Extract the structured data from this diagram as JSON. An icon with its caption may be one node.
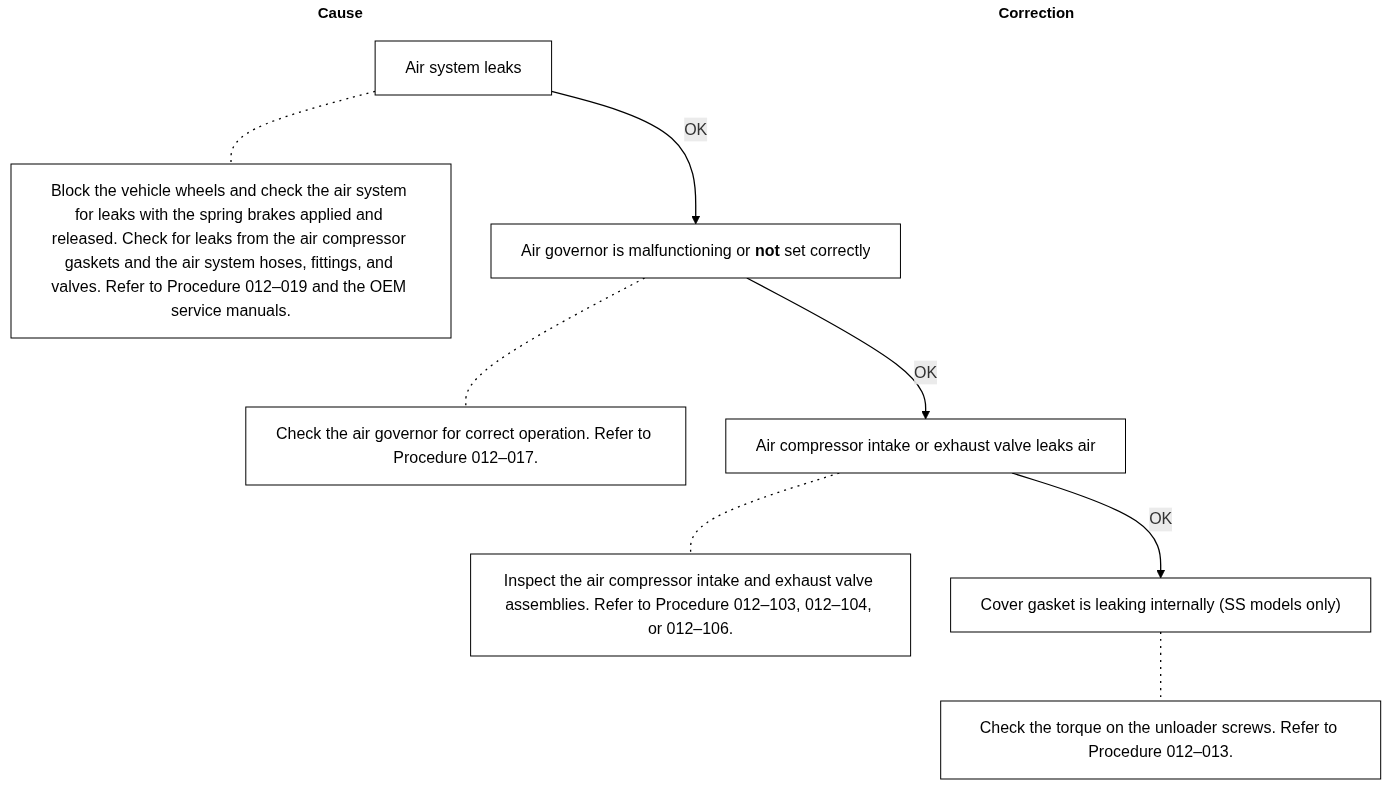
{
  "diagram": {
    "nodes": [
      {
        "text": [
          "Air system leaks"
        ]
      },
      {
        "text": [
          "Block the vehicle wheels and check the air system for leaks with the spring brakes applied and released. Check for leaks from the air compressor gaskets and the air system hoses, fittings, and valves. Refer to Procedure 012–019 and the OEM service manuals."
        ]
      },
      {
        "text": [
          "Air governor is malfunctioning or **not** set correctly"
        ]
      },
      {
        "text": [
          "Check the air governor for correct operation. Refer to Procedure 012–017."
        ]
      },
      {
        "text": [
          "Air compressor intake or exhaust valve leaks air"
        ]
      },
      {
        "text": [
          "Inspect the air compressor intake and exhaust valve assemblies. Refer to Procedure 012–103, 012–104, or 012–106."
        ]
      },
      {
        "text": [
          "Cover gasket is leaking internally (SS models only)"
        ]
      },
      {
        "text": [
          "Check the torque on the unloader screws. Refer to Procedure 012–013."
        ]
      }
    ],
    "edges": [
      {
        "from": 0,
        "to": 1,
        "arrow": "none",
        "style": "dashed"
      },
      {
        "from": 0,
        "to": 2,
        "arrow": "to",
        "label": "OK"
      },
      {
        "from": 2,
        "to": 3,
        "arrow": "none",
        "style": "dashed"
      },
      {
        "from": 2,
        "to": 4,
        "arrow": "to",
        "label": "OK"
      },
      {
        "from": 4,
        "to": 5,
        "arrow": "none",
        "style": "dashed"
      },
      {
        "from": 4,
        "to": 6,
        "arrow": "to",
        "label": "OK"
      },
      {
        "from": 6,
        "to": 7,
        "arrow": "none",
        "style": "dashed"
      }
    ],
    "labels": [
      "Cause",
      "Correction"
    ]
  }
}
